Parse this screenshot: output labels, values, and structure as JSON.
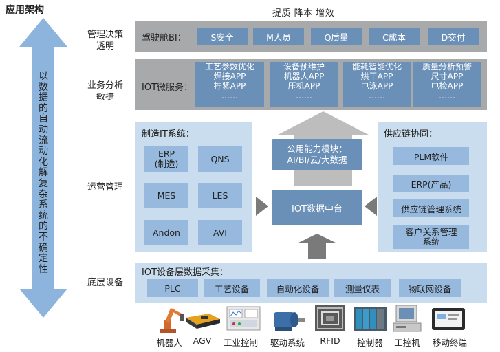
{
  "left": {
    "title": "应用架构",
    "vertical_text": "以数据的自动流动化解复杂系统的不确定性"
  },
  "top_title": "提质 降本 增效",
  "rows": {
    "decision": [
      "管理决策",
      "透明"
    ],
    "analysis": [
      "业务分析",
      "敏捷"
    ],
    "operation": "运营管理",
    "device": "底层设备"
  },
  "cockpit": {
    "label": "驾驶舱BI：",
    "items": [
      "S安全",
      "M人员",
      "Q质量",
      "C成本",
      "D交付"
    ]
  },
  "iot_service": {
    "label": "IOT微服务：",
    "cards": [
      {
        "lines": [
          "工艺参数优化",
          "焊接APP",
          "拧紧APP",
          "……"
        ]
      },
      {
        "lines": [
          "设备预维护",
          "机器人APP",
          "压机APP",
          "……"
        ]
      },
      {
        "lines": [
          "能耗智能优化",
          "烘干APP",
          "电泳APP",
          "……"
        ]
      },
      {
        "lines": [
          "质量分析预警",
          "尺寸APP",
          "电检APP",
          "……"
        ]
      }
    ]
  },
  "manufacturing_it": {
    "label": "制造IT系统：",
    "items": [
      [
        "ERP",
        "(制造)"
      ],
      [
        "QNS"
      ],
      [
        "MES"
      ],
      [
        "LES"
      ],
      [
        "Andon"
      ],
      [
        "AVI"
      ]
    ]
  },
  "center": {
    "capability_lines": [
      "公用能力模块：",
      "AI/BI/云/大数据"
    ],
    "datahub": "IOT数据中台"
  },
  "supply_chain": {
    "label": "供应链协同：",
    "items": [
      [
        "PLM软件"
      ],
      [
        "ERP(产品)"
      ],
      [
        "供应链管理系统"
      ],
      [
        "客户关系管理",
        "系统"
      ]
    ]
  },
  "device_layer": {
    "label": "IOT设备层数据采集：",
    "items": [
      "PLC",
      "工艺设备",
      "自动化设备",
      "测量仪表",
      "物联网设备"
    ]
  },
  "devices": [
    {
      "label": "机器人",
      "icon": "robot-arm-icon"
    },
    {
      "label": "AGV",
      "icon": "agv-icon"
    },
    {
      "label": "工业控制",
      "icon": "industrial-control-icon"
    },
    {
      "label": "驱动系统",
      "icon": "motor-icon"
    },
    {
      "label": "RFID",
      "icon": "rfid-chip-icon"
    },
    {
      "label": "控制器",
      "icon": "controller-cabinet-icon"
    },
    {
      "label": "工控机",
      "icon": "industrial-pc-icon"
    },
    {
      "label": "移动终端",
      "icon": "mobile-terminal-icon"
    }
  ],
  "colors": {
    "band_grey": "#a8a9ab",
    "band_blue": "#c9ddef",
    "box_blue": "#6b90b8",
    "box_light": "#96b9dd",
    "arrow_blue": "#8cb4dc",
    "arrow_grey": "#bdbdbd"
  }
}
